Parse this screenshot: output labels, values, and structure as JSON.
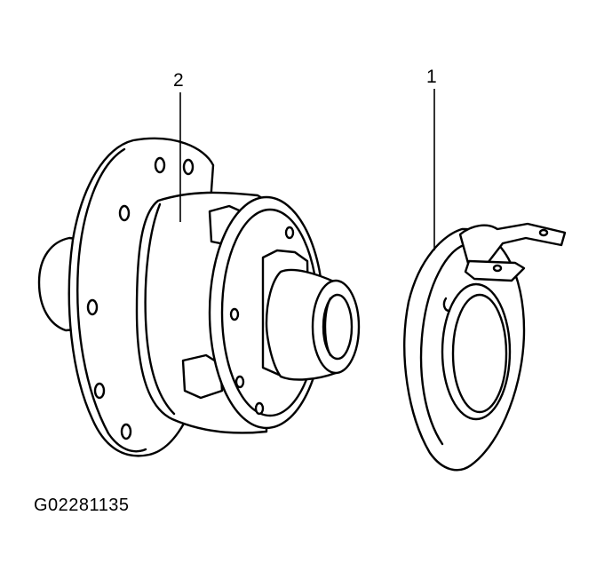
{
  "callouts": {
    "hub": "2",
    "clip": "1"
  },
  "figure_id": "G02281135",
  "colors": {
    "line": "#000000",
    "background": "#ffffff"
  }
}
